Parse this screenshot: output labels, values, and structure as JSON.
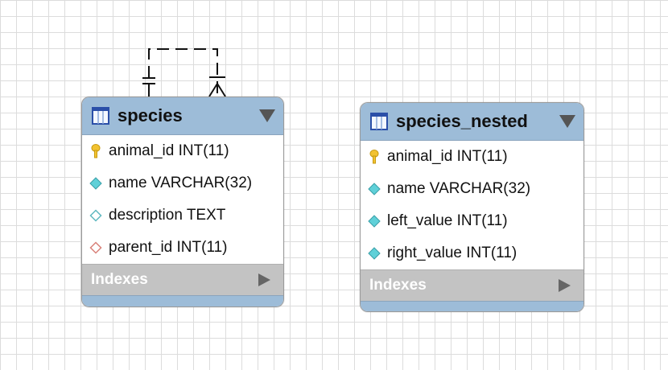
{
  "tables": [
    {
      "name": "species",
      "columns": [
        {
          "text": "animal_id INT(11)",
          "icon": "primary-key-icon"
        },
        {
          "text": "name VARCHAR(32)",
          "icon": "column-not-null-icon"
        },
        {
          "text": "description TEXT",
          "icon": "column-nullable-icon"
        },
        {
          "text": "parent_id INT(11)",
          "icon": "foreign-key-icon"
        }
      ],
      "indexes_label": "Indexes"
    },
    {
      "name": "species_nested",
      "columns": [
        {
          "text": "animal_id INT(11)",
          "icon": "primary-key-icon"
        },
        {
          "text": "name VARCHAR(32)",
          "icon": "column-not-null-icon"
        },
        {
          "text": "left_value INT(11)",
          "icon": "column-not-null-icon"
        },
        {
          "text": "right_value INT(11)",
          "icon": "column-not-null-icon"
        }
      ],
      "indexes_label": "Indexes"
    }
  ],
  "relationship": {
    "from": "species.parent_id",
    "to": "species.animal_id",
    "style": "dashed",
    "cardinality": "one-to-many"
  },
  "colors": {
    "header": "#9dbcd8",
    "indexes_bar": "#c3c3c3",
    "grid": "#dcdcdc",
    "primary_key": "#f2c230",
    "column_not_null": "#5fd0d8",
    "foreign_key": "#d9827a"
  }
}
